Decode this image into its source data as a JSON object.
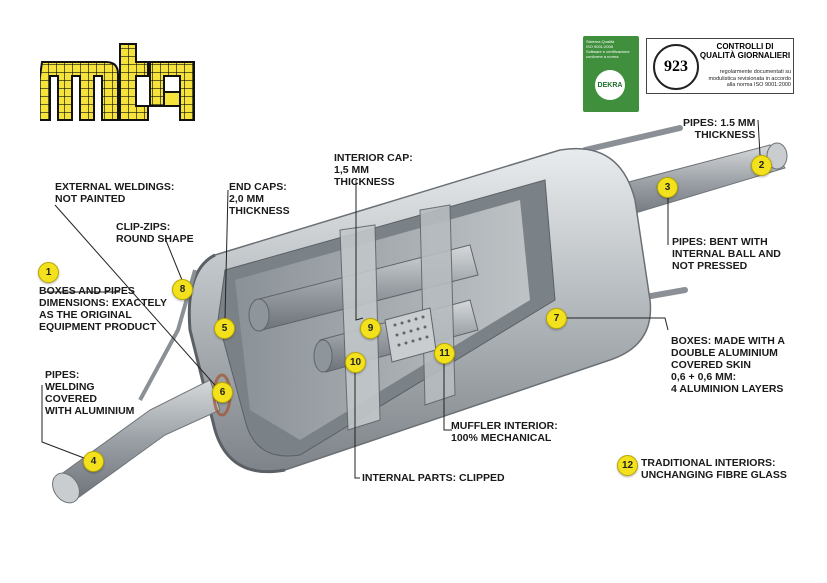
{
  "logo": {
    "text": "mtg",
    "fill_color": "#f5e23a",
    "grid_color": "#111111"
  },
  "certificate": {
    "text_lines": [
      "Sistema Qualità",
      "ISO 9001:2008",
      "Software e certificazione",
      "conforme a norma"
    ],
    "dekra": "DEKRA",
    "color": "#3f8f3c"
  },
  "quality_box": {
    "seal": "923",
    "title": "CONTROLLI DI QUALITÀ GIORNALIERI",
    "subtitle": "regolarmente documentati su modulistica revisionata in accordo alla norma ISO 9001:2000"
  },
  "badge_color": "#f2e11c",
  "callouts": [
    {
      "num": "1",
      "lines": [
        "BOXES AND PIPES",
        "DIMENSIONS: EXACTELY",
        "AS THE ORIGINAL",
        "EQUIPMENT PRODUCT"
      ]
    },
    {
      "num": "2",
      "lines": [
        "PIPES: 1.5 mm",
        "THICKNESS"
      ]
    },
    {
      "num": "3",
      "lines": [
        "PIPES: BENT WITH",
        "INTERNAL BALL AND",
        "NOT PRESSED"
      ]
    },
    {
      "num": "4",
      "lines": [
        "PIPES:",
        "WELDING",
        "COVERED",
        "WITH ALUMINIUM"
      ]
    },
    {
      "num": "5",
      "lines": [
        "END CAPS:",
        "2,0 mm",
        "THICKNESS"
      ]
    },
    {
      "num": "6",
      "lines": [
        "EXTERNAL WELDINGS:",
        "NOT PAINTED"
      ]
    },
    {
      "num": "7",
      "lines": [
        "BOXES: MADE WITH A",
        "DOUBLE ALUMINIUM",
        "COVERED SKIN",
        "0,6 + 0,6 mm:",
        "4 ALUMINION LAYERS"
      ]
    },
    {
      "num": "8",
      "lines": [
        "CLIP-ZIPS:",
        "ROUND SHAPE"
      ]
    },
    {
      "num": "9",
      "lines": [
        "INTERIOR CAP:",
        "1,5 mm",
        "THICKNESS"
      ]
    },
    {
      "num": "10",
      "lines": [
        "INTERNAL PARTS: CLIPPED"
      ]
    },
    {
      "num": "11",
      "lines": [
        "MUFFLER INTERIOR:",
        "100% MECHANICAL"
      ]
    },
    {
      "num": "12",
      "lines": [
        "TRADITIONAL INTERIORS:",
        "UNCHANGING FIBRE GLASS"
      ]
    }
  ]
}
